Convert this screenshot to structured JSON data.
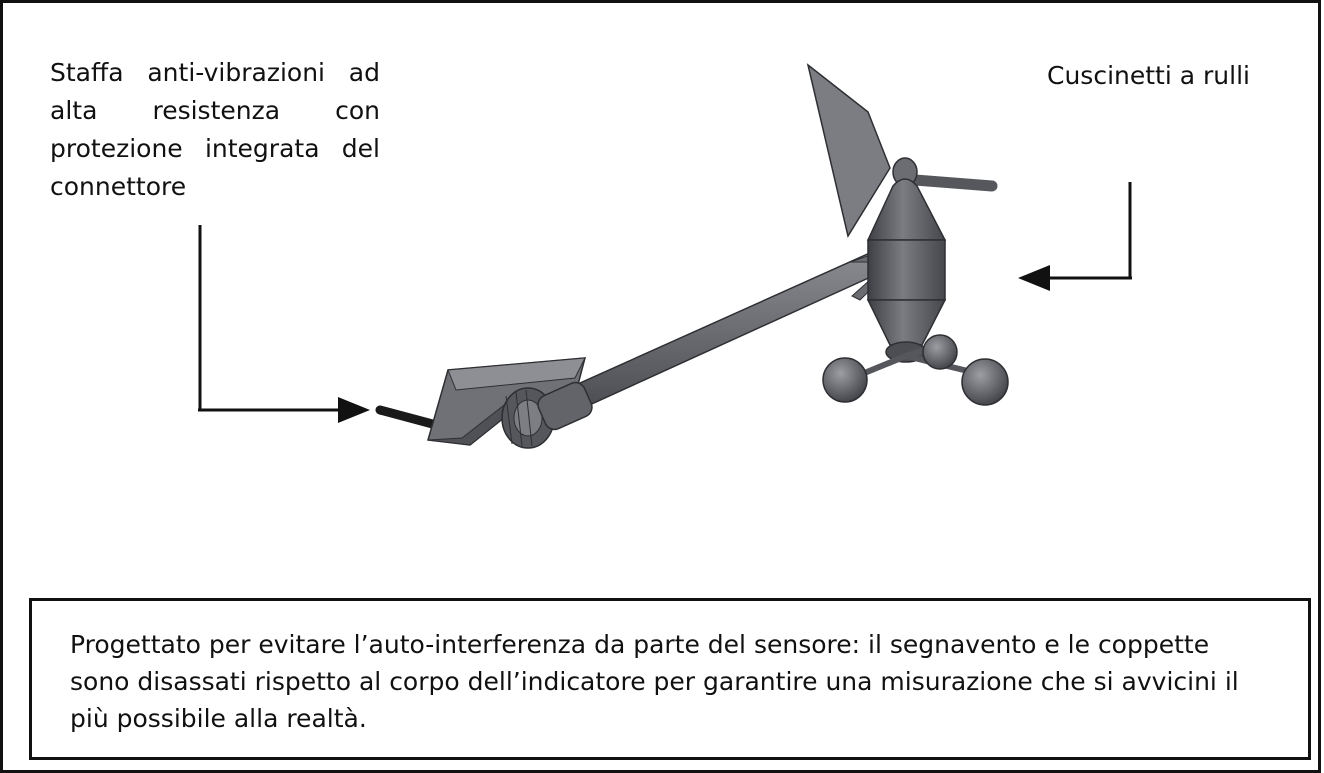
{
  "labels": {
    "bracket": "Staffa anti-vibrazioni ad alta resistenza con protezione integrata del connettore",
    "bearings": "Cuscinetti a rulli"
  },
  "caption": "Progettato per evitare l’auto-interferenza da parte del sensore: il segnavento e le coppette sono disassati rispetto al corpo dell’indicatore per garantire una misurazione che si avvicini il più possibile alla realtà.",
  "colors": {
    "ink": "#111111",
    "sensor_body": "#5f6167",
    "sensor_highlight": "#8a8c92",
    "sensor_dark": "#34353a"
  },
  "icons": {
    "sensor": "wind-sensor-illustration",
    "pointer": "arrow-pointer"
  }
}
